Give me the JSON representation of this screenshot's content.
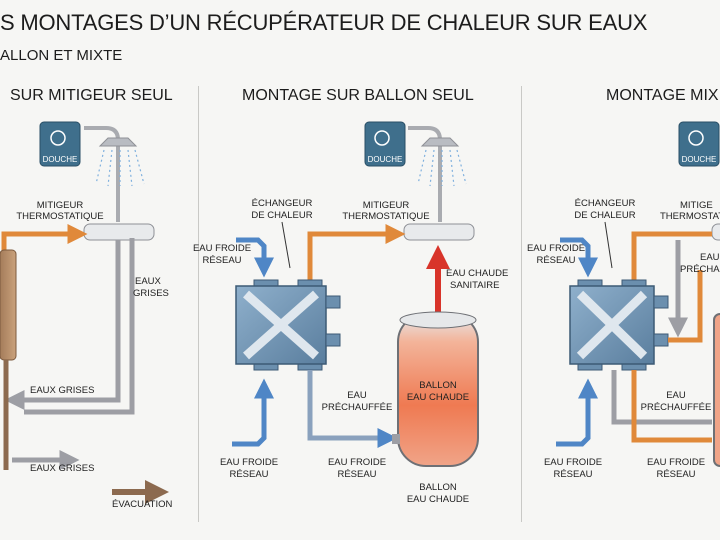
{
  "header": {
    "title": "S MONTAGES D’UN RÉCUPÉRATEUR DE CHALEUR SUR EAUX",
    "subtitle": "ALLON ET MIXTE"
  },
  "panels": [
    {
      "title": "SUR MITIGEUR SEUL"
    },
    {
      "title": "MONTAGE SUR BALLON SEUL"
    },
    {
      "title": "MONTAGE MIX"
    }
  ],
  "labels": {
    "douche": "DOUCHE",
    "mitigeur_1": "MITIGEUR",
    "mitigeur_2": "THERMOSTATIQUE",
    "mitigeur_cut": "MITIGE",
    "thermostat_cut": "THERMOSTATI",
    "echangeur_1": "ÉCHANGEUR",
    "echangeur_2": "DE CHALEUR",
    "eaux_1": "EAUX",
    "grises": "GRISES",
    "eaux_grises": "EAUX GRISES",
    "evacuation": "ÉVACUATION",
    "eau_froide": "EAU FROIDE",
    "reseau": "RÉSEAU",
    "eau": "EAU",
    "prechauffee": "PRÉCHAUFFÉE",
    "prechauf_cut": "PRÉCHAUF",
    "eau_chaude": "EAU CHAUDE",
    "sanitaire": "SANITAIRE",
    "ballon": "BALLON",
    "eau_cut": "EAU"
  },
  "colors": {
    "cold_water": "#4f86c6",
    "preheated": "#e0893a",
    "hot_water": "#d8342a",
    "grey_water": "#9d9ea4",
    "evacuation": "#8c6a4f",
    "exchanger": "#5a7e9e",
    "tank_top": "#d9dbdd",
    "tank_hot": "#ef7a52"
  }
}
